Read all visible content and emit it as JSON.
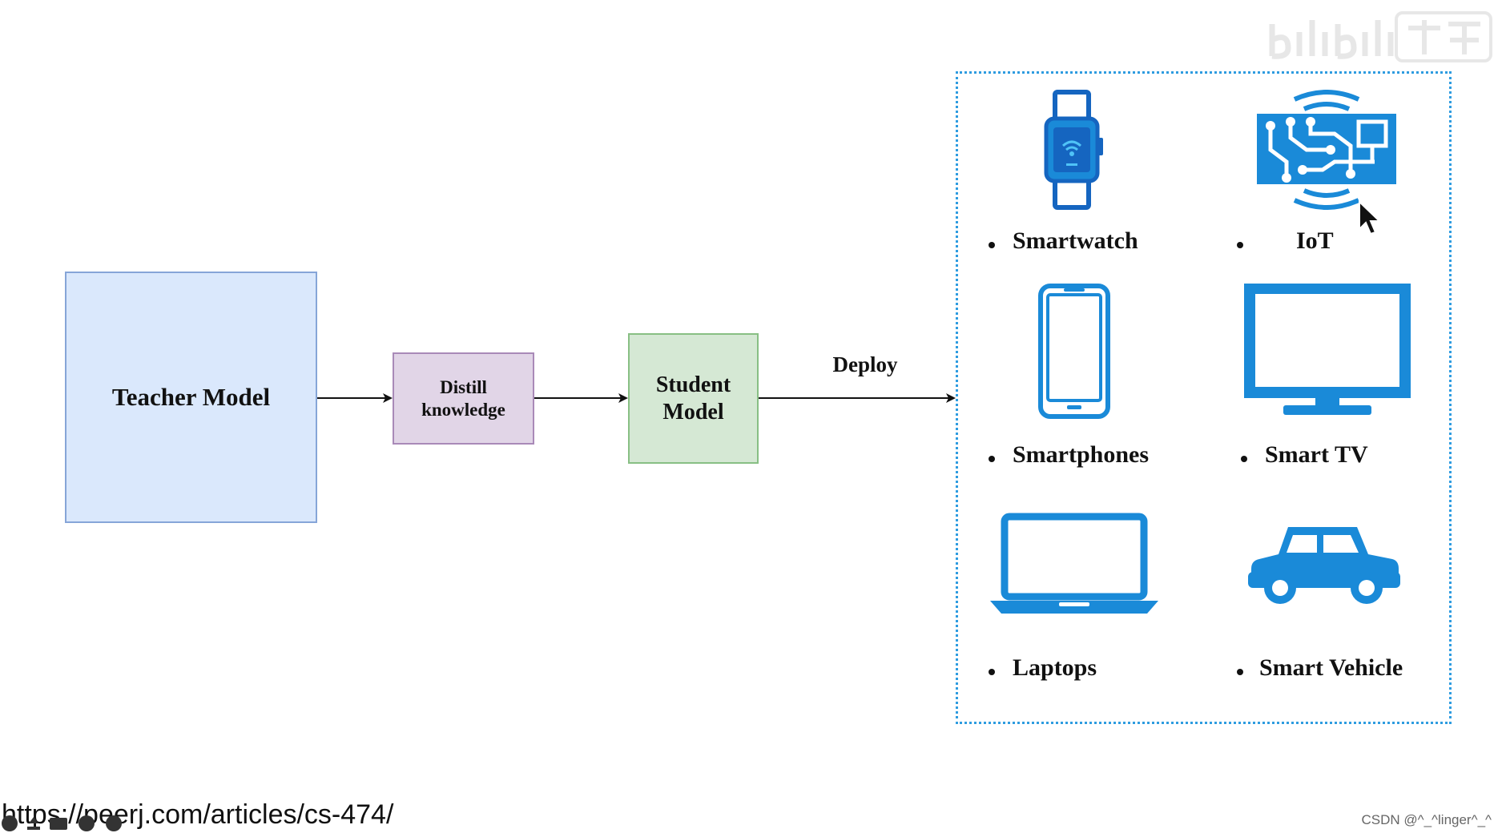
{
  "diagram": {
    "teacher_label": "Teacher Model",
    "distill_label": "Distill knowledge",
    "student_label": "Student Model",
    "deploy_label": "Deploy"
  },
  "devices": [
    {
      "label": "Smartwatch",
      "icon": "smartwatch-icon"
    },
    {
      "label": "IoT",
      "icon": "iot-circuit-icon"
    },
    {
      "label": "Smartphones",
      "icon": "smartphone-icon"
    },
    {
      "label": "Smart TV",
      "icon": "tv-icon"
    },
    {
      "label": "Laptops",
      "icon": "laptop-icon"
    },
    {
      "label": "Smart Vehicle",
      "icon": "car-icon"
    }
  ],
  "footer": {
    "url": "https://peerj.com/articles/cs-474/",
    "credit": "CSDN @^_^linger^_^"
  },
  "colors": {
    "teacher_fill": "#dae8fc",
    "distill_fill": "#e1d5e7",
    "student_fill": "#d5e8d4",
    "icon_blue": "#1a8ad8",
    "group_border": "#2e9ce0"
  }
}
